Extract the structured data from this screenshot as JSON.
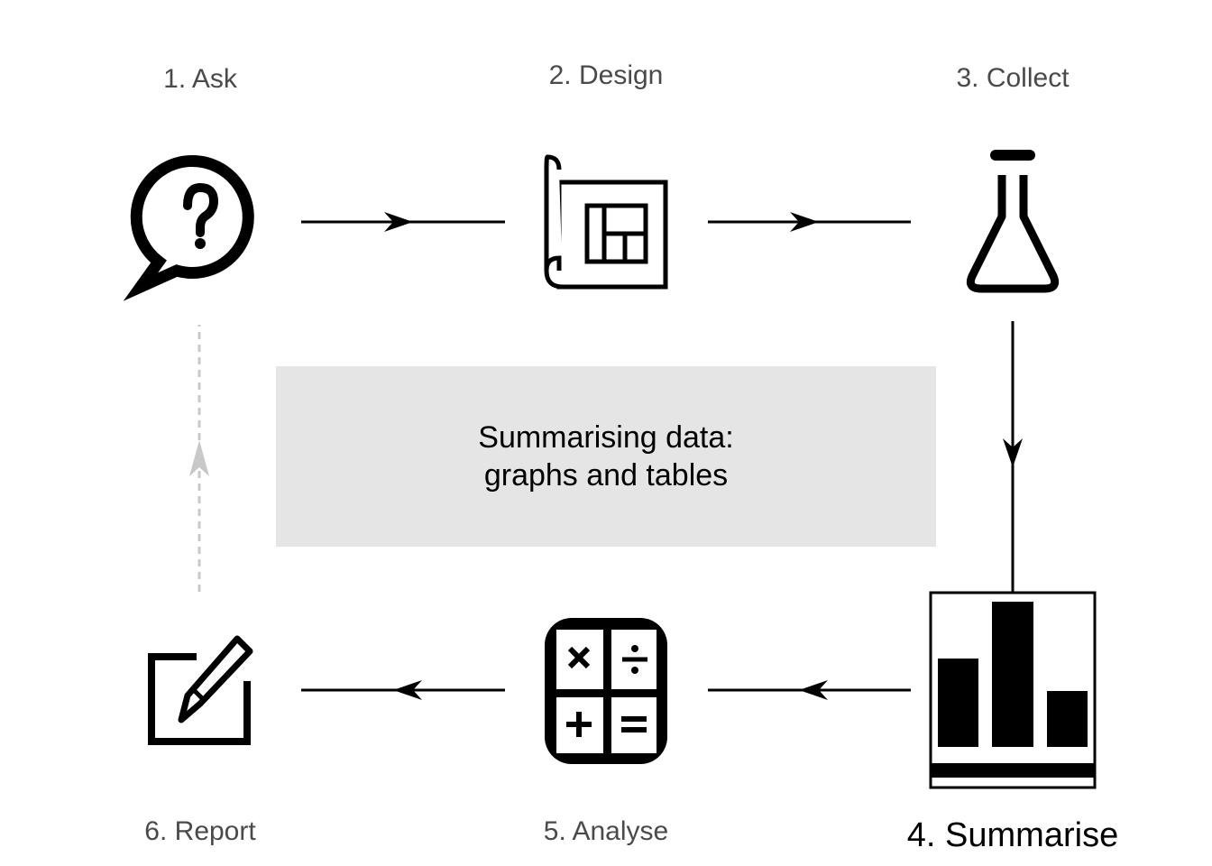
{
  "steps": [
    {
      "label": "1. Ask",
      "icon": "speech-bubble-question-icon"
    },
    {
      "label": "2. Design",
      "icon": "blueprint-icon"
    },
    {
      "label": "3. Collect",
      "icon": "flask-icon"
    },
    {
      "label": "4. Summarise",
      "icon": "bar-chart-icon",
      "current": true
    },
    {
      "label": "5. Analyse",
      "icon": "calculator-icon"
    },
    {
      "label": "6. Report",
      "icon": "edit-note-icon"
    }
  ],
  "center": {
    "line1": "Summarising data:",
    "line2": "graphs and tables"
  },
  "colors": {
    "ink": "#000000",
    "label": "#4a4a4a",
    "panel": "#e5e5e5",
    "dashed_connector": "#c8c8c8"
  }
}
